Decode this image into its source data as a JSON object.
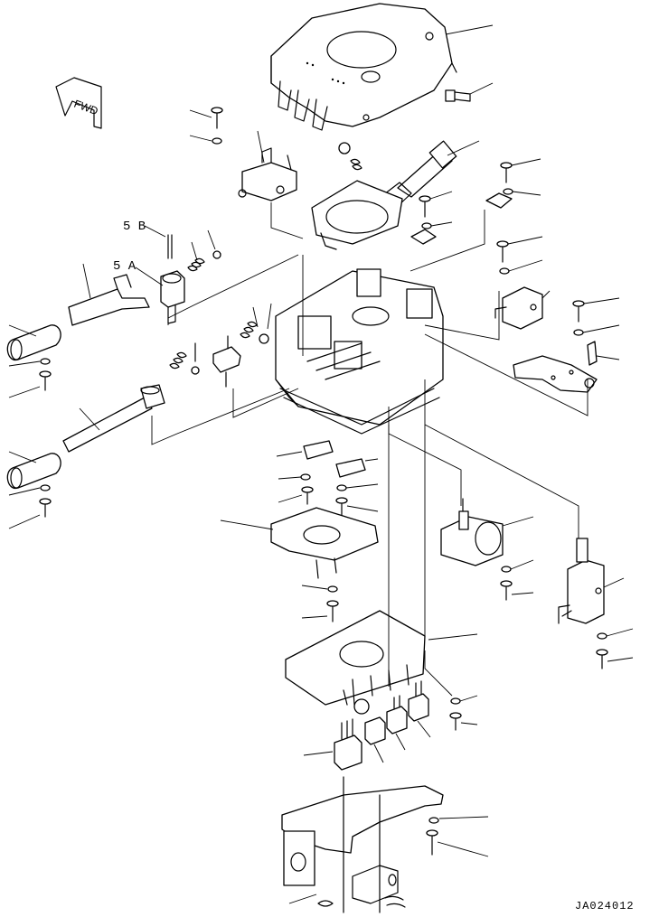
{
  "diagram": {
    "direction_label": "FWD",
    "callouts": [
      {
        "id": "5B",
        "text": "5 B"
      },
      {
        "id": "5A",
        "text": "5 A"
      }
    ],
    "drawing_code": "JA024012"
  }
}
